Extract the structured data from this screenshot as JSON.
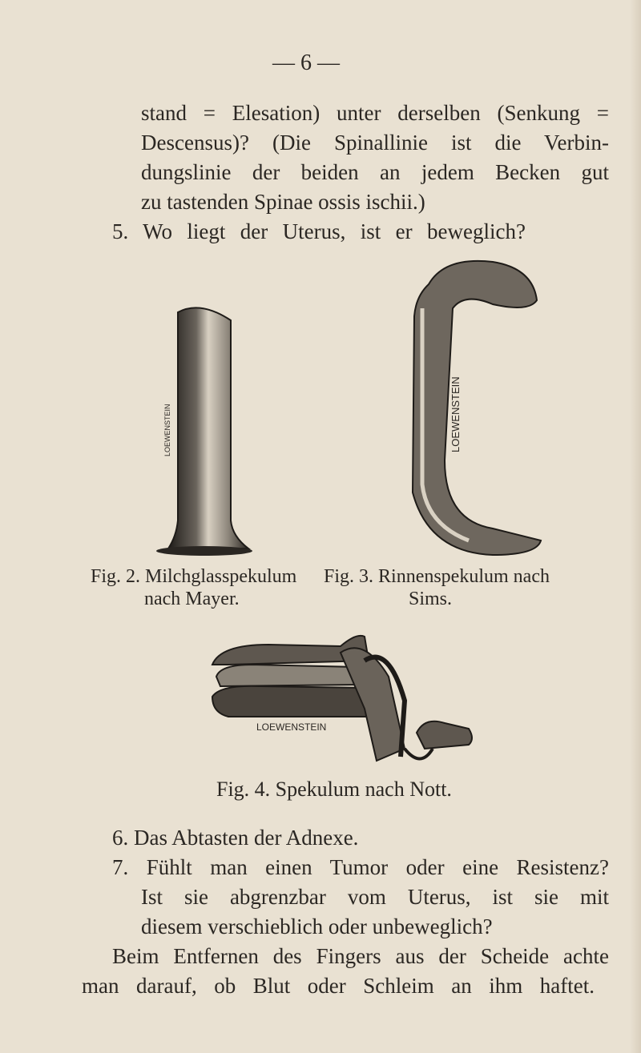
{
  "page_number": "— 6 —",
  "paragraphs": {
    "top_lines": [
      "stand = Elesation) unter derselben (Senkung =",
      "Descensus)? (Die Spinallinie ist die Verbin-",
      "dungslinie der beiden an jedem Becken gut",
      "zu tastenden Spinae ossis ischii.)"
    ],
    "item5": "5. Wo liegt der Uterus, ist er beweglich?",
    "item6": "6. Das Abtasten der Adnexe.",
    "item7_lines": [
      "7. Fühlt man einen Tumor oder eine Resistenz?",
      "Ist sie abgrenzbar vom Uterus, ist sie mit",
      "diesem verschieblich oder unbeweglich?"
    ],
    "closing_lines": [
      "Beim Entfernen des Fingers aus der Scheide achte",
      "man darauf, ob Blut oder Schleim an ihm haftet."
    ]
  },
  "figures": {
    "fig2": {
      "caption_line1": "Fig. 2.  Milchglasspekulum",
      "caption_line2": "nach Mayer.",
      "engraving": "LOEWENSTEIN"
    },
    "fig3": {
      "caption_line1": "Fig. 3. Rinnenspekulum nach",
      "caption_line2": "Sims.",
      "engraving": "LOEWENSTEIN"
    },
    "fig4": {
      "caption": "Fig. 4.  Spekulum nach Nott.",
      "engraving": "LOEWENSTEIN"
    }
  }
}
